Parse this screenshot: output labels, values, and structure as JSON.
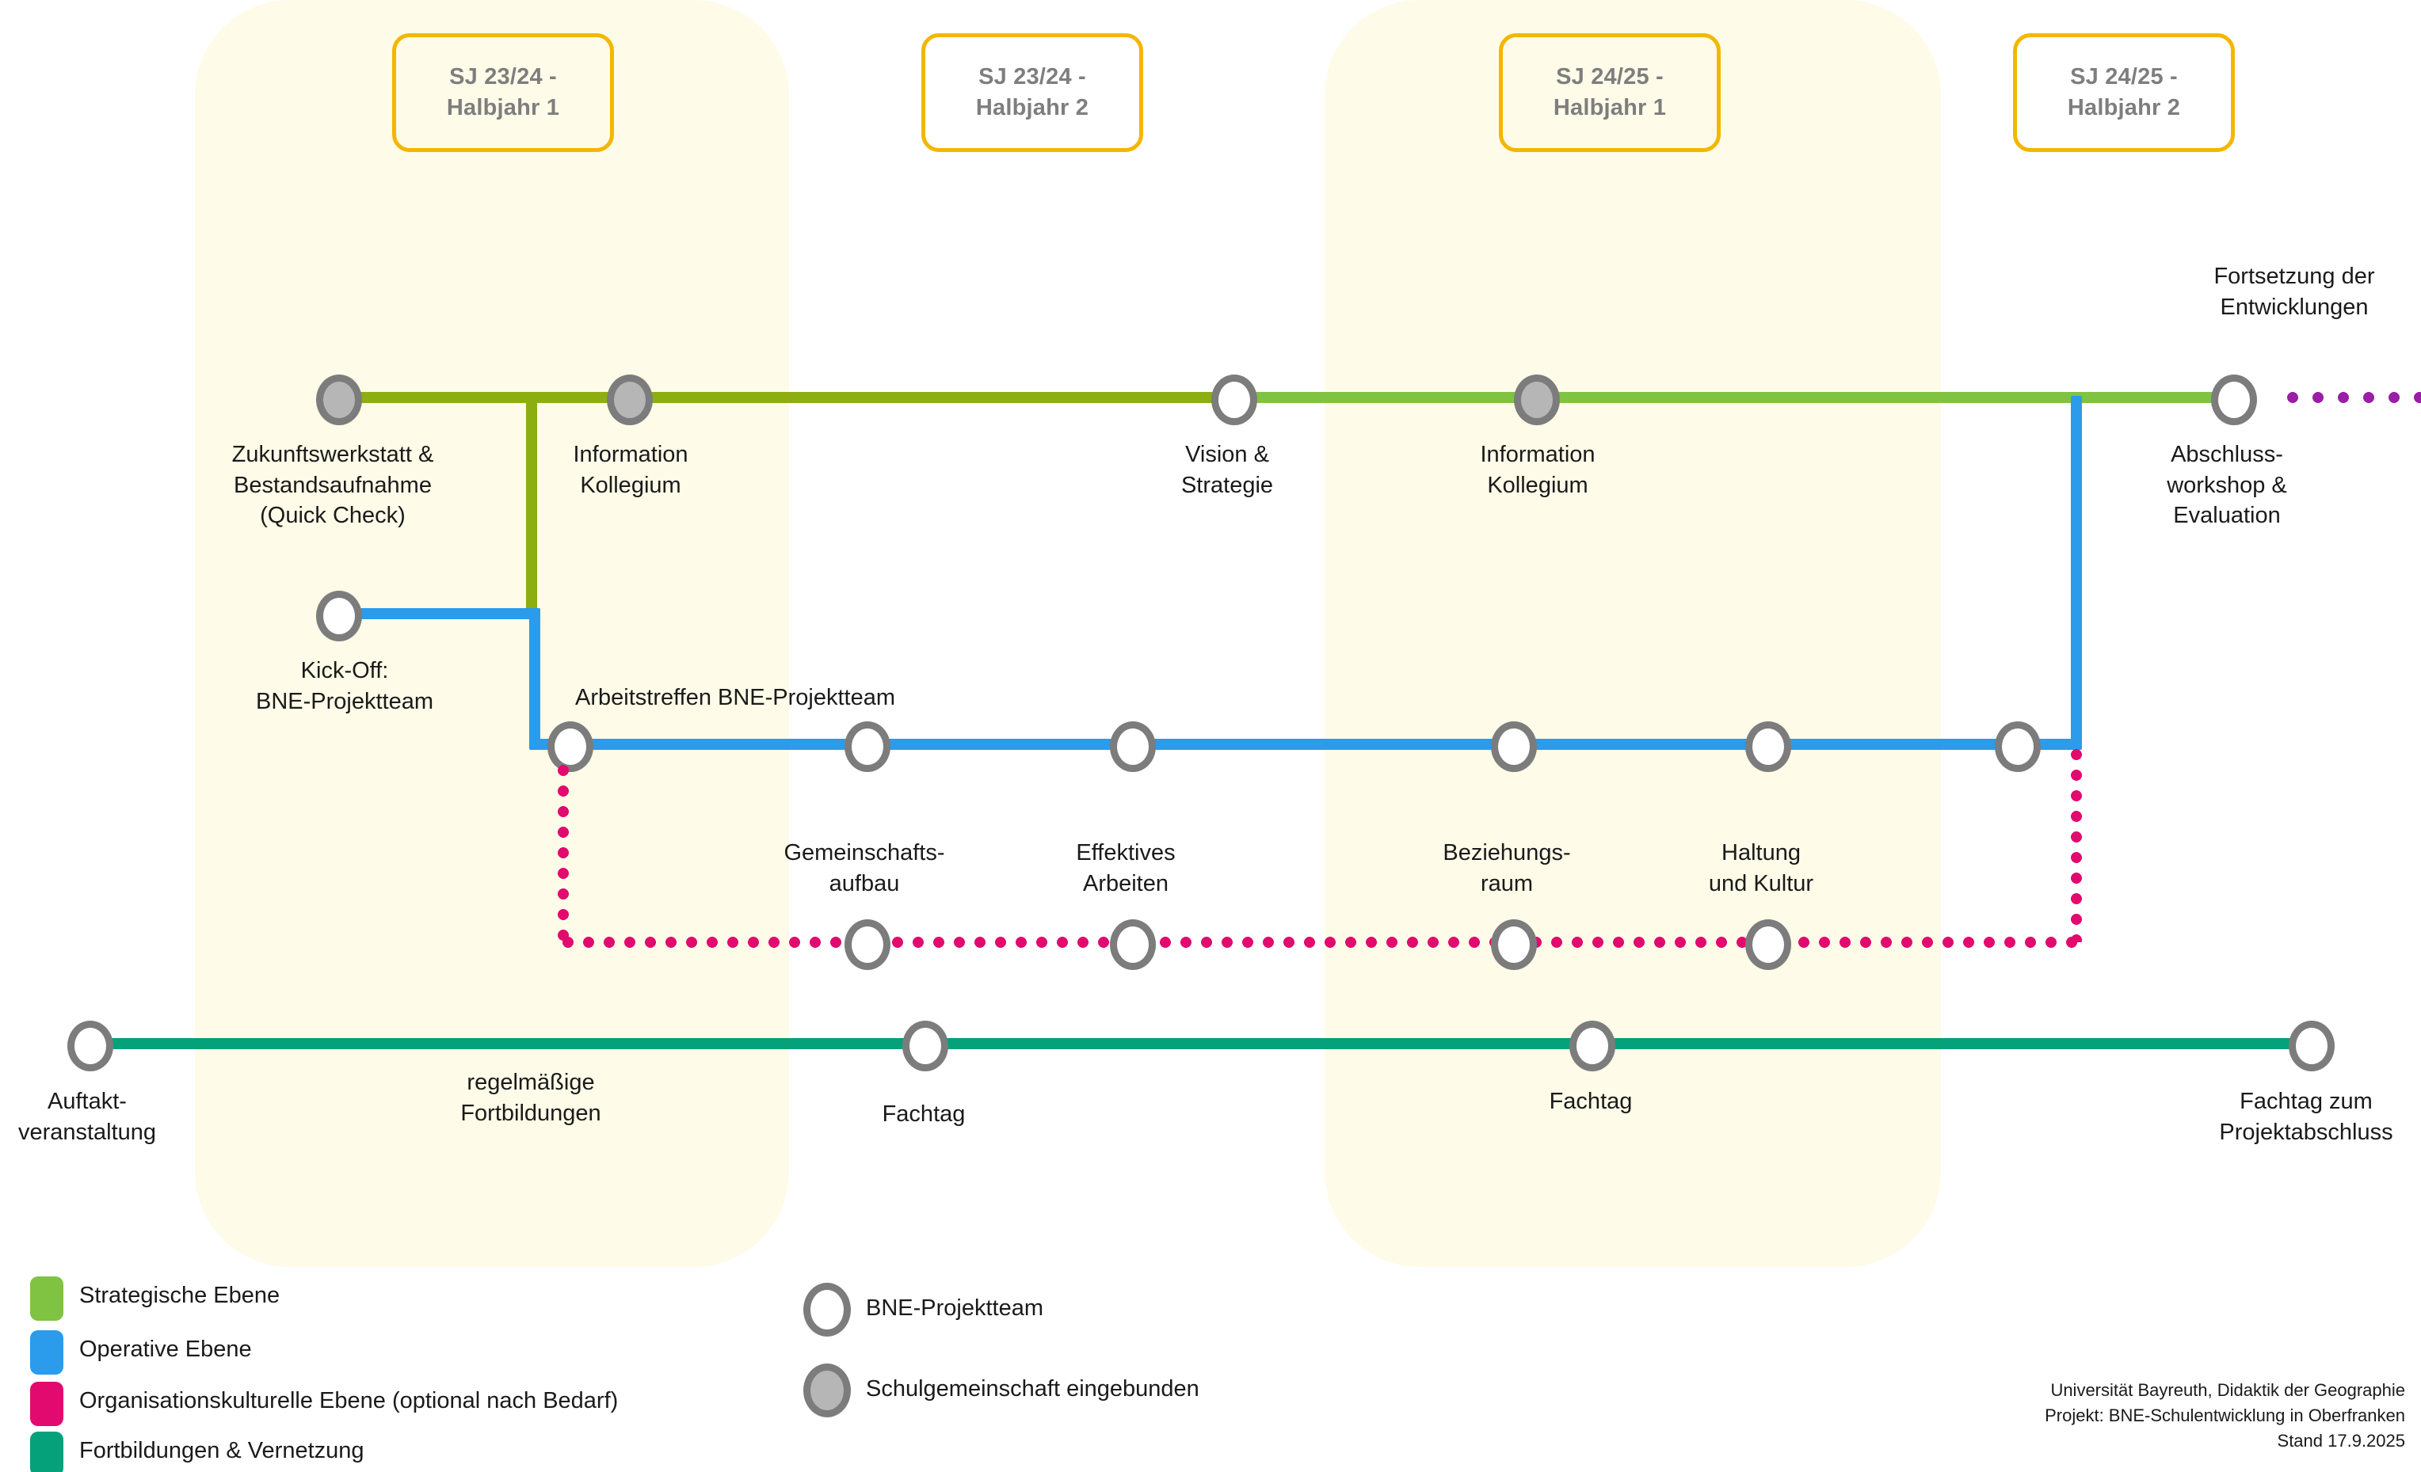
{
  "colors": {
    "strategic_green": "#80C342",
    "strategic_green_dark": "#8DAE10",
    "operative_blue": "#2B9BEB",
    "organisational_pink": "#E20A6E",
    "training_teal": "#04A17B",
    "continuation_purple": "#9B1FA6",
    "band_yellow": "#FEFBE8",
    "pill_border": "#F3B700",
    "node_ring": "#7C7C7C",
    "node_fill": "#B6B6B6"
  },
  "periods": [
    {
      "line1": "SJ 23/24 -",
      "line2": "Halbjahr 1"
    },
    {
      "line1": "SJ 23/24 -",
      "line2": "Halbjahr 2"
    },
    {
      "line1": "SJ 24/25 -",
      "line2": "Halbjahr 1"
    },
    {
      "line1": "SJ 24/25 -",
      "line2": "Halbjahr 2"
    }
  ],
  "tracks": {
    "strategic": {
      "name": "Strategische Ebene",
      "milestones": [
        {
          "label": "Zukunftswerkstatt &\nBestandsaufnahme\n(Quick Check)",
          "type": "schulgemeinschaft"
        },
        {
          "label": "Information\nKollegium",
          "type": "schulgemeinschaft"
        },
        {
          "label": "Vision &\nStrategie",
          "type": "projektteam"
        },
        {
          "label": "Information\nKollegium",
          "type": "schulgemeinschaft"
        },
        {
          "label": "Abschluss-\nworkshop &\nEvaluation",
          "type": "projektteam"
        }
      ],
      "continuation_label": "Fortsetzung der\nEntwicklungen"
    },
    "operative": {
      "name": "Operative Ebene",
      "kickoff_label": "Kick-Off:\nBNE-Projektteam",
      "series_label": "Arbeitstreffen BNE-Projektteam",
      "milestone_count": 7
    },
    "organisational": {
      "name": "Organisationskulturelle Ebene (optional nach Bedarf)",
      "milestones": [
        {
          "label": "Gemeinschafts-\naufbau"
        },
        {
          "label": "Effektives\nArbeiten"
        },
        {
          "label": "Beziehungs-\nraum"
        },
        {
          "label": "Haltung\nund Kultur"
        }
      ]
    },
    "training": {
      "name": "Fortbildungen & Vernetzung",
      "milestones": [
        {
          "label": "Auftakt-\nveranstaltung"
        },
        {
          "label": "Fachtag"
        },
        {
          "label": "Fachtag"
        },
        {
          "label": "Fachtag zum\nProjektabschluss"
        }
      ],
      "series_label": "regelmäßige\nFortbildungen"
    }
  },
  "legend": {
    "levels": [
      {
        "label": "Strategische Ebene",
        "color": "#80C342"
      },
      {
        "label": "Operative Ebene",
        "color": "#2B9BEB"
      },
      {
        "label": "Organisationskulturelle Ebene (optional nach Bedarf)",
        "color": "#E20A6E"
      },
      {
        "label": "Fortbildungen & Vernetzung",
        "color": "#04A17B"
      }
    ],
    "nodes": [
      {
        "label": "BNE-Projektteam",
        "filled": false
      },
      {
        "label": "Schulgemeinschaft eingebunden",
        "filled": true
      }
    ]
  },
  "credits": {
    "line1": "Universität Bayreuth, Didaktik der Geographie",
    "line2": "Projekt: BNE-Schulentwicklung in Oberfranken",
    "line3": "Stand 17.9.2025"
  }
}
